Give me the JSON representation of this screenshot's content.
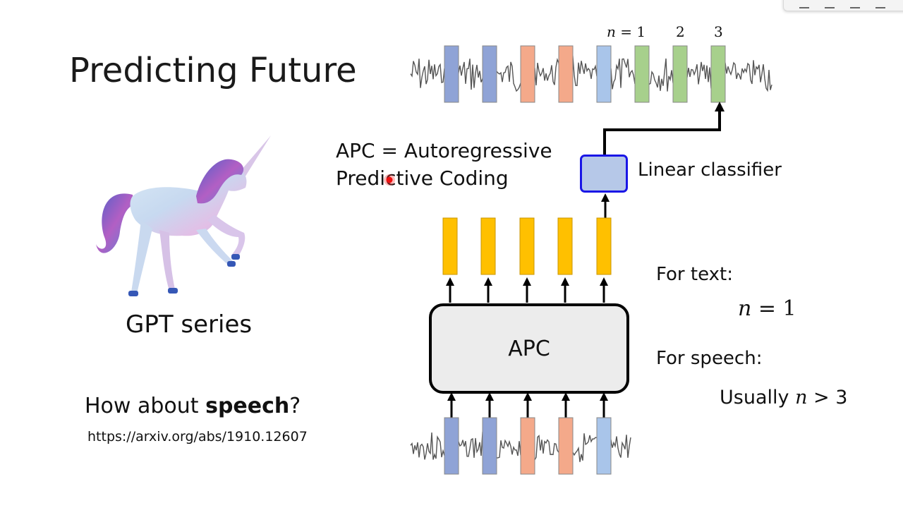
{
  "slide": {
    "title": "Predicting Future",
    "image_caption": "GPT series",
    "question_prefix": "How about ",
    "question_bold": "speech",
    "question_suffix": "?",
    "reference_url": "https://arxiv.org/abs/1910.12607"
  },
  "diagram": {
    "apc_definition_line1": "APC = Autoregressive",
    "apc_definition_line2": "Predictive Coding",
    "model_label": "APC",
    "classifier_label": "Linear classifier",
    "step_labels": {
      "first_var": "n",
      "first_rest": " = 1",
      "second": "2",
      "third": "3"
    },
    "input_frames": [
      "blue",
      "blue",
      "orange",
      "orange",
      "lightblue"
    ],
    "output_frames": [
      "blue",
      "blue",
      "orange",
      "orange",
      "lightblue",
      "green",
      "green",
      "green"
    ],
    "frame_colors": {
      "blue": "#8fa3d6",
      "orange": "#f4a98a",
      "lightblue": "#a9c5ea",
      "green": "#a7d08c",
      "yellow": "#ffc000"
    }
  },
  "notes": {
    "for_text": "For text:",
    "text_var": "n",
    "text_rest": " = 1",
    "for_speech": "For speech:",
    "speech_prefix": "Usually ",
    "speech_var": "n",
    "speech_rest": " > 3"
  }
}
